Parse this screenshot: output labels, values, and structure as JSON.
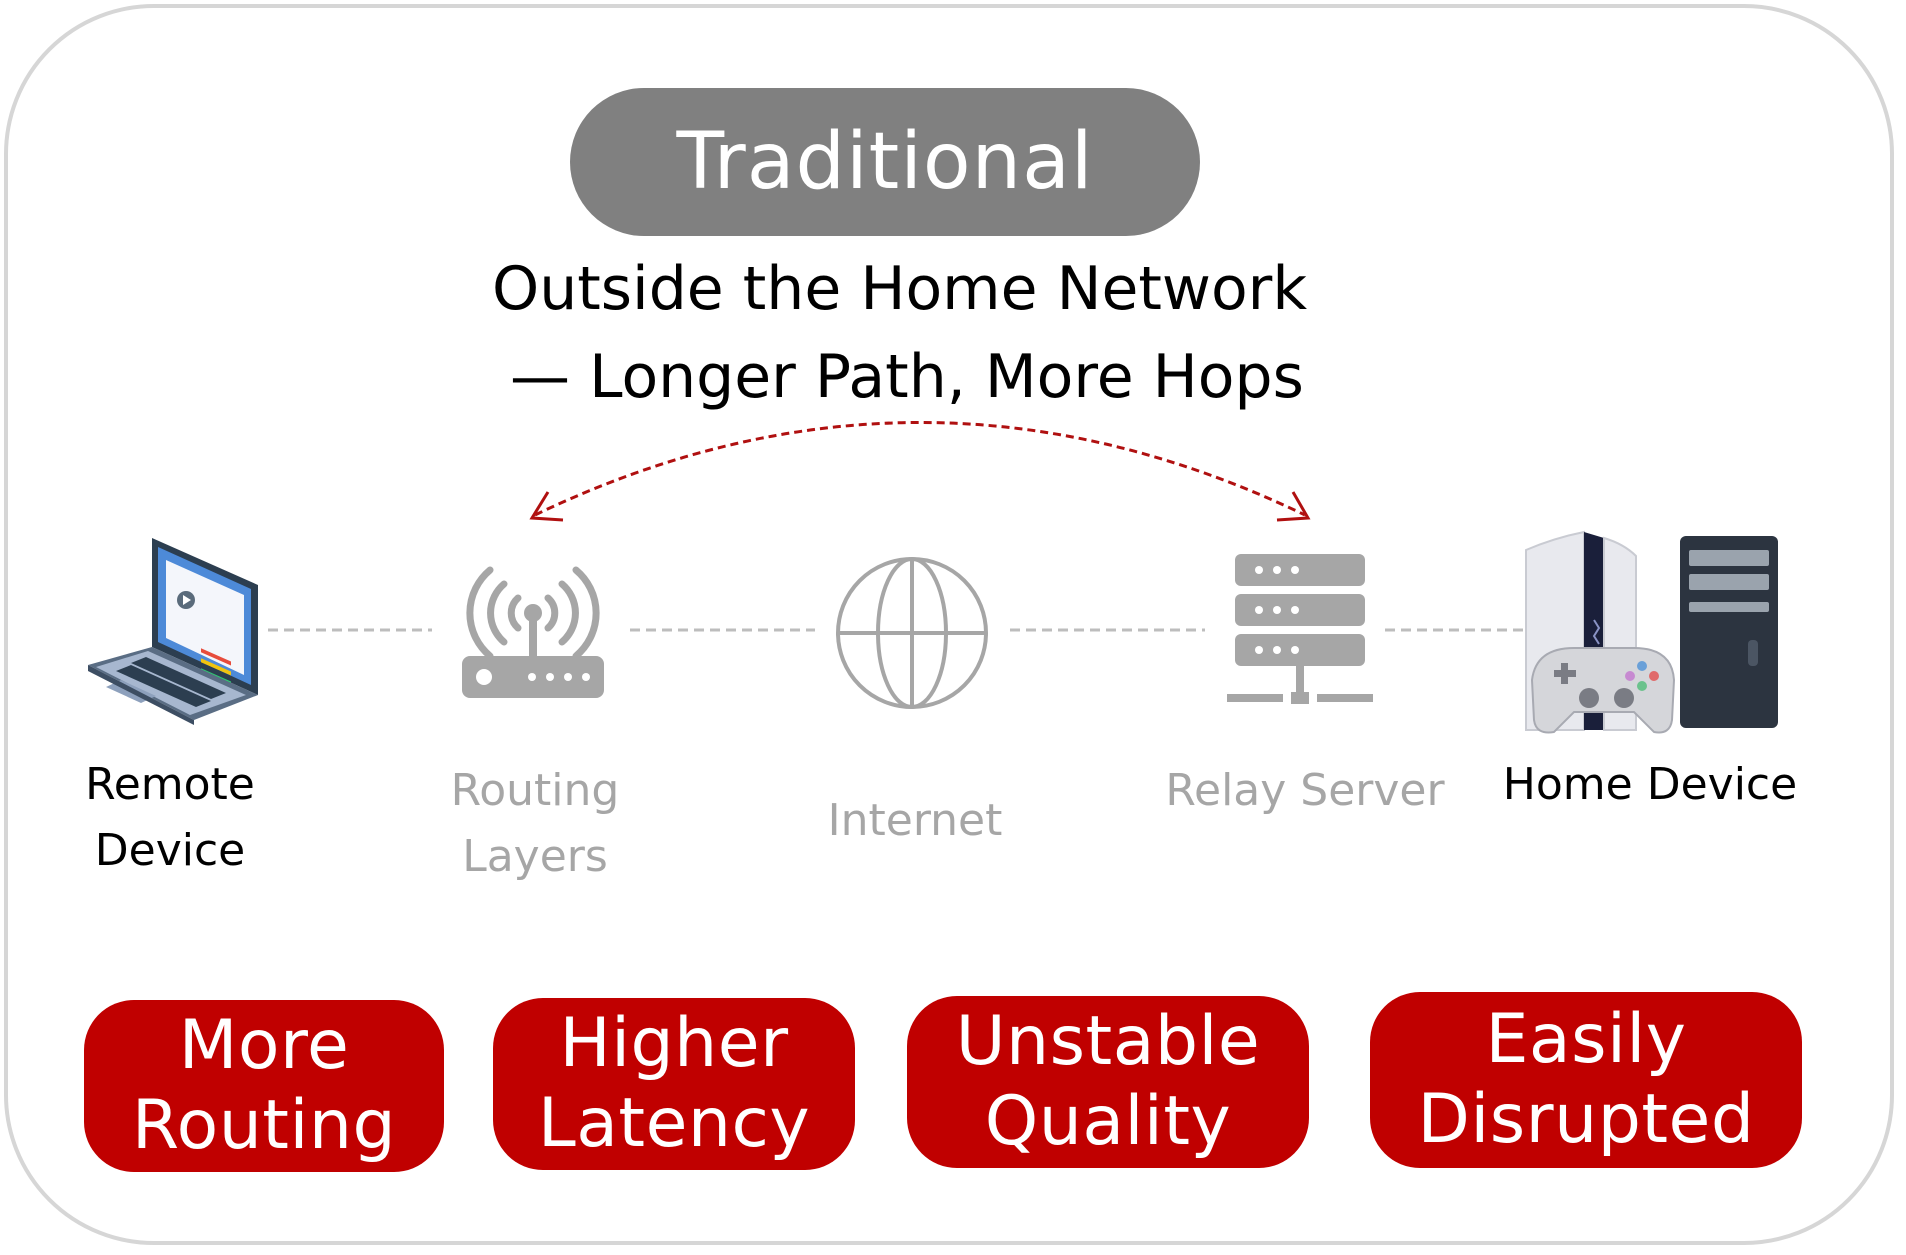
{
  "header": {
    "pill_label": "Traditional",
    "subtitle_line1": "Outside the Home Network",
    "subtitle_line2": "— Longer Path, More Hops"
  },
  "nodes": [
    {
      "icon": "laptop-icon",
      "label_line1": "Remote",
      "label_line2": "Device",
      "emphasis": "dark"
    },
    {
      "icon": "router-icon",
      "label_line1": "Routing",
      "label_line2": "Layers",
      "emphasis": "light"
    },
    {
      "icon": "globe-icon",
      "label_line1": "Internet",
      "label_line2": "",
      "emphasis": "light"
    },
    {
      "icon": "server-icon",
      "label_line1": "Relay Server",
      "label_line2": "",
      "emphasis": "light"
    },
    {
      "icon": "game-console-icon",
      "label_line1": "Home Device",
      "label_line2": "",
      "emphasis": "dark"
    }
  ],
  "badges": [
    {
      "line1": "More",
      "line2": "Routing"
    },
    {
      "line1": "Higher",
      "line2": "Latency"
    },
    {
      "line1": "Unstable",
      "line2": "Quality"
    },
    {
      "line1": "Easily",
      "line2": "Disrupted"
    }
  ],
  "colors": {
    "accent_red": "#c00000",
    "pill_gray": "#808080",
    "muted_text": "#a6a6a6",
    "frame_border": "#d6d6d6",
    "arc_red": "#b01010"
  }
}
